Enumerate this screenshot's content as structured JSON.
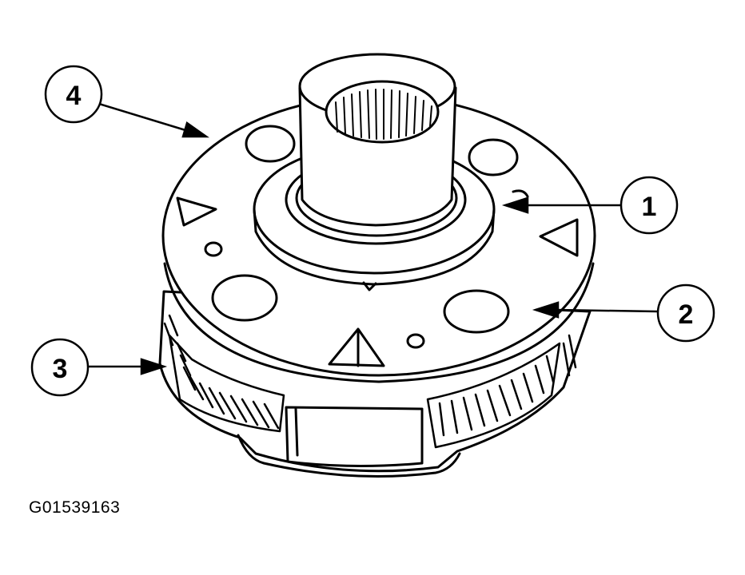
{
  "figure": {
    "id_text": "G01539163"
  },
  "callouts": [
    {
      "label": "1"
    },
    {
      "label": "2"
    },
    {
      "label": "3"
    },
    {
      "label": "4"
    }
  ],
  "colors": {
    "ink": "#000000",
    "paper": "#ffffff",
    "shade": "#dcdcdc"
  }
}
